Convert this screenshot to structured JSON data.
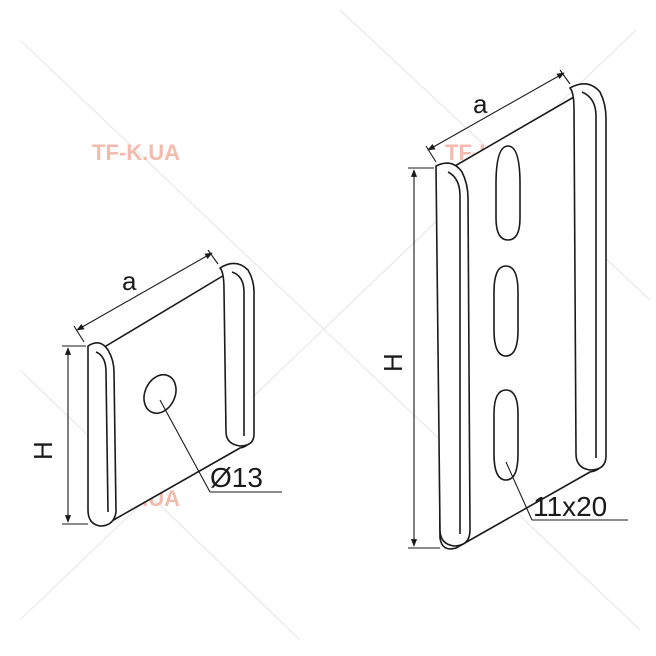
{
  "watermark": {
    "text": "TF-K.UA",
    "color": "#f2b3a6"
  },
  "small_bracket": {
    "width_label": "a",
    "height_label": "H",
    "hole_label": "Ø13"
  },
  "large_bracket": {
    "width_label": "a",
    "height_label": "H",
    "slot_label": "11x20"
  },
  "colors": {
    "line": "#1a1a1a",
    "background": "#ffffff",
    "guide": "#e6e6e6"
  }
}
